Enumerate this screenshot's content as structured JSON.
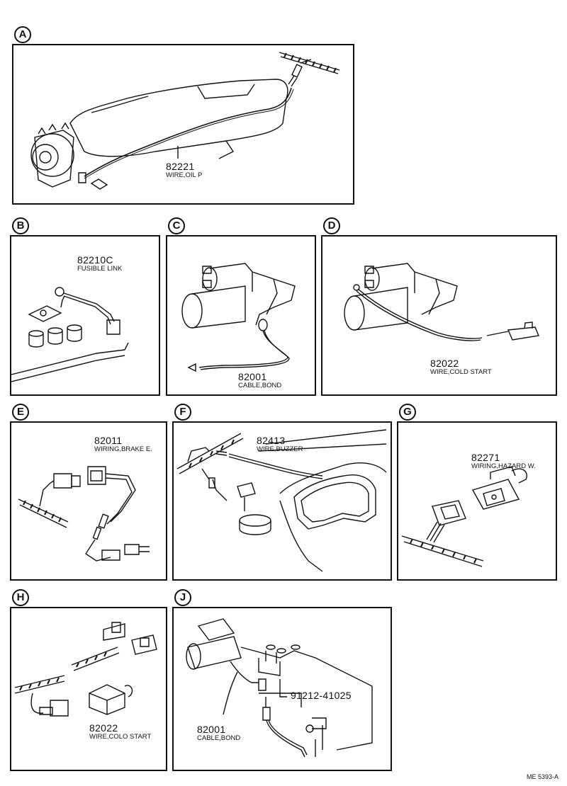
{
  "panels": {
    "a": {
      "letter": "A",
      "part_no": "82221",
      "part_name": "WIRE,OIL P"
    },
    "b": {
      "letter": "B",
      "part_no": "82210C",
      "part_name": "FUSIBLE LINK"
    },
    "c": {
      "letter": "C",
      "part_no": "82001",
      "part_name": "CABLE,BOND"
    },
    "d": {
      "letter": "D",
      "part_no": "82022",
      "part_name": "WIRE,COLD START"
    },
    "e": {
      "letter": "E",
      "part_no": "82011",
      "part_name": "WIRING,BRAKE E."
    },
    "f": {
      "letter": "F",
      "part_no": "82413",
      "part_name": "WIRE,BUZZER"
    },
    "g": {
      "letter": "G",
      "part_no": "82271",
      "part_name": "WIRING,HAZARD W."
    },
    "h": {
      "letter": "H",
      "part_no": "82022",
      "part_name": "WIRE,COLO START"
    },
    "j": {
      "letter": "J",
      "part_no": "82001",
      "part_name": "CABLE,BOND",
      "part_no_2": "91212-41025"
    }
  },
  "footer": {
    "code": "ME  5393-A"
  }
}
